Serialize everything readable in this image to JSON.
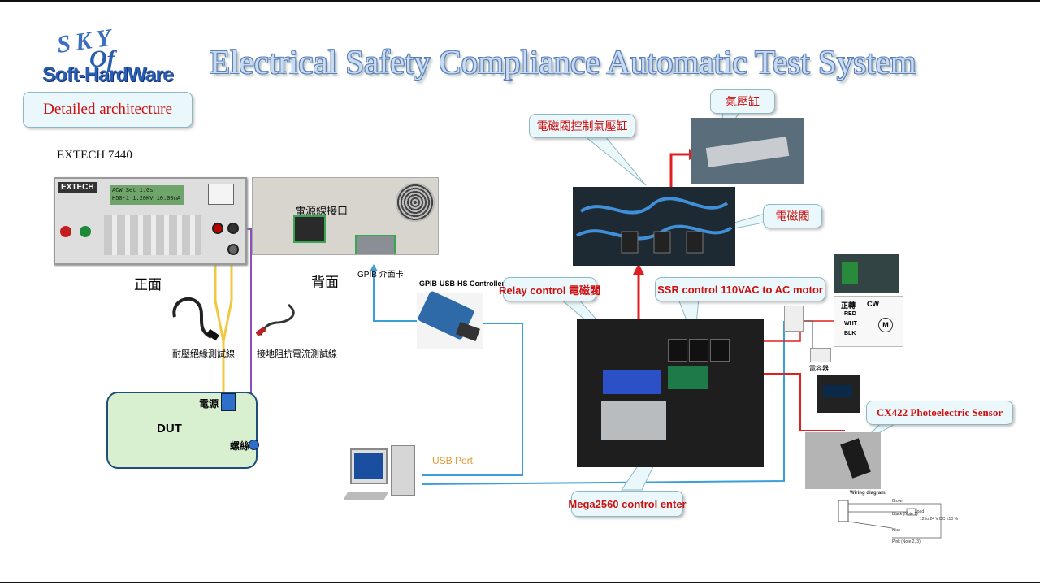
{
  "header": {
    "logo_top": "SKY",
    "logo_mid": "Of",
    "logo_bottom": "Soft-HardWare",
    "title": "Electrical Safety Compliance Automatic Test System"
  },
  "badges": {
    "detailed": "Detailed architecture"
  },
  "tester": {
    "model": "EXTECH 7440",
    "brand": "EXTECH",
    "lcd_line1": "ACW Set      1.0s",
    "lcd_line2": "H50-1 1.20KV 10.00mA",
    "front": "正面",
    "back": "背面",
    "power_port": "電源線接口",
    "gpib_card": "GPIB 介面卡"
  },
  "probes": {
    "hv": "耐壓絕緣測試線",
    "ground": "接地阻抗電流測試線"
  },
  "dut": {
    "label": "DUT",
    "power": "電源",
    "screw": "螺絲"
  },
  "controller": {
    "label": "GPIB-USB-HS  Controller",
    "usb_port": "USB Port"
  },
  "callouts": {
    "valve_control": "電磁閥控制氣壓缸",
    "cylinder": "氣壓缸",
    "valve": "電磁閥",
    "relay": "Relay control 電磁閥",
    "ssr": "SSR control 110VAC to AC motor",
    "sensor": "CX422  Photoelectric Sensor",
    "mega": "Mega2560 control enter"
  },
  "motor": {
    "label": "正轉",
    "cw": "CW",
    "red": "RED",
    "wht": "WHT",
    "blk": "BLK",
    "m": "M",
    "capacitor": "電容器"
  },
  "wiring": {
    "title": "Wiring diagram",
    "brown": "Brown",
    "black": "Black (Note 1)",
    "blue": "Blue",
    "pink": "Pink (Note 2, 3)",
    "load": "Load",
    "supply": "12 to 24 V DC ±10 %"
  },
  "colors": {
    "callout_bg": "#eaf8fb",
    "callout_text": "#d01010",
    "wire_blue": "#3a9fd6",
    "wire_yellow": "#f2c842",
    "wire_purple": "#8a4fb8",
    "arrow_red": "#e02020",
    "dut_bg": "#d9f0d0",
    "dut_border": "#1f4e79"
  }
}
